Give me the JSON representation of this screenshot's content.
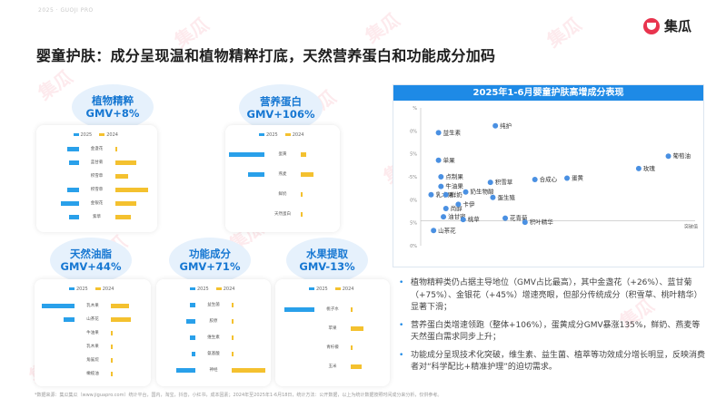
{
  "brand_small": "2025 · GUOJI PRO",
  "logo_text": "集瓜",
  "watermark": "集瓜",
  "title": "婴童护肤：成分呈现温和植物精粹打底，天然营养蛋白和功能成分加码",
  "legend": {
    "a": "2025",
    "b": "2024"
  },
  "panels": [
    {
      "key": "plant",
      "name": "植物精粹",
      "gmv": "GMV+8%",
      "rows": [
        {
          "label": "金盏花",
          "v2025": 0.3,
          "v2024": 0.0
        },
        {
          "label": "蓝甘菊",
          "v2025": 0.25,
          "v2024": 0.55
        },
        {
          "label": "积雪草",
          "v2025": 0.0,
          "v2024": 0.35
        },
        {
          "label": "积雪草",
          "v2025": 0.3,
          "v2024": 0.85
        },
        {
          "label": "金银花",
          "v2025": 0.45,
          "v2024": 0.55
        },
        {
          "label": "紫草",
          "v2025": 0.25,
          "v2024": 0.4
        }
      ]
    },
    {
      "key": "protein",
      "name": "营养蛋白",
      "gmv": "GMV+106%",
      "rows": [
        {
          "label": "蛋黄",
          "v2025": 1.0,
          "v2024": 0.15
        },
        {
          "label": "燕麦",
          "v2025": 0.45,
          "v2024": 0.35
        },
        {
          "label": "鲜奶",
          "v2025": 0.0,
          "v2024": 0.05
        },
        {
          "label": "天然蛋白",
          "v2025": 0.0,
          "v2024": 0.05
        }
      ]
    },
    {
      "key": "oil",
      "name": "天然油脂",
      "gmv": "GMV+44%",
      "rows": [
        {
          "label": "乳木果",
          "v2025": 0.9,
          "v2024": 0.5
        },
        {
          "label": "山茶花",
          "v2025": 0.3,
          "v2024": 0.55
        },
        {
          "label": "牛油果",
          "v2025": 0.0,
          "v2024": 0.05
        },
        {
          "label": "乳木果",
          "v2025": 0.0,
          "v2024": 0.05
        },
        {
          "label": "角鲨烷",
          "v2025": 0.0,
          "v2024": 0.05
        },
        {
          "label": "橄榄油",
          "v2025": 0.0,
          "v2024": 0.05
        }
      ]
    },
    {
      "key": "func",
      "name": "功能成分",
      "gmv": "GMV+71%",
      "rows": [
        {
          "label": "益生菌",
          "v2025": 0.15,
          "v2024": 0.0
        },
        {
          "label": "胶原",
          "v2025": 0.25,
          "v2024": 0.05
        },
        {
          "label": "维生素",
          "v2025": 0.15,
          "v2024": 0.0
        },
        {
          "label": "氨基酸",
          "v2025": 0.1,
          "v2024": 0.0
        },
        {
          "label": "神经",
          "v2025": 0.55,
          "v2024": 0.95
        }
      ]
    },
    {
      "key": "fruit",
      "name": "水果提取",
      "gmv": "GMV-13%",
      "rows": [
        {
          "label": "桃子水",
          "v2025": 0.85,
          "v2024": 0.0
        },
        {
          "label": "苹果",
          "v2025": 0.0,
          "v2024": 0.35
        },
        {
          "label": "青柠檬",
          "v2025": 0.0,
          "v2024": 0.05
        },
        {
          "label": "玉米",
          "v2025": 0.0,
          "v2024": 0.3
        }
      ]
    }
  ],
  "chart_data": {
    "type": "scatter",
    "title": "2025年1-6月婴童护肤高增成分表现",
    "xlabel": "",
    "ylabel": "",
    "x_end_label": "突破值",
    "y_ticks": [
      "%",
      "0%",
      "5%",
      "-5%",
      "0%",
      "5%",
      "0%"
    ],
    "points": [
      {
        "label": "纯护",
        "x": 0.28,
        "y": 0.87
      },
      {
        "label": "益生素",
        "x": 0.05,
        "y": 0.82
      },
      {
        "label": "单果",
        "x": 0.05,
        "y": 0.62
      },
      {
        "label": "点制果",
        "x": 0.06,
        "y": 0.5
      },
      {
        "label": "牛油果",
        "x": 0.06,
        "y": 0.43
      },
      {
        "label": "乳木果",
        "x": 0.02,
        "y": 0.37
      },
      {
        "label": "鲜奶",
        "x": 0.08,
        "y": 0.37
      },
      {
        "label": "积雪草",
        "x": 0.26,
        "y": 0.46
      },
      {
        "label": "合成心",
        "x": 0.44,
        "y": 0.48
      },
      {
        "label": "蛋黄",
        "x": 0.57,
        "y": 0.49
      },
      {
        "label": "玫瑰",
        "x": 0.86,
        "y": 0.56
      },
      {
        "label": "葡萄油",
        "x": 0.98,
        "y": 0.65
      },
      {
        "label": "奶生物酸",
        "x": 0.16,
        "y": 0.39
      },
      {
        "label": "蛋生殖",
        "x": 0.27,
        "y": 0.35
      },
      {
        "label": "尚醇",
        "x": 0.08,
        "y": 0.27
      },
      {
        "label": "卡伊",
        "x": 0.13,
        "y": 0.3
      },
      {
        "label": "油甘密",
        "x": 0.07,
        "y": 0.21
      },
      {
        "label": "桃草",
        "x": 0.15,
        "y": 0.19
      },
      {
        "label": "花青菊",
        "x": 0.32,
        "y": 0.2
      },
      {
        "label": "积叶精华",
        "x": 0.4,
        "y": 0.17
      },
      {
        "label": "山茶花",
        "x": 0.03,
        "y": 0.11
      }
    ]
  },
  "bullets": [
    "植物精粹类仍占据主导地位（GMV占比最高），其中金盏花（+26%）、蓝甘菊（+75%）、金银花（+45%）增速亮眼，但部分传统成分（积雪草、桃叶精华）显著下滑；",
    "营养蛋白类增速领跑（整体+106%），蛋黄成分GMV暴涨135%，鲜奶、燕麦等天然蛋白需求同步上升；",
    "功能成分呈现技术化突破，维生素、益生菌、植萃等功效成分增长明显，反映消费者对“科学配比+精准护理”的迫切需求。"
  ],
  "source": "*数据来源：集瓜集瓜（www.jiguapro.com）统计平台，国内，淘宝，抖音，小红书，成本因素；2024年至2025年1-6月18日，统计方法：公开数据，以上为统计数据按照时间成分来分析，仅供参考。"
}
